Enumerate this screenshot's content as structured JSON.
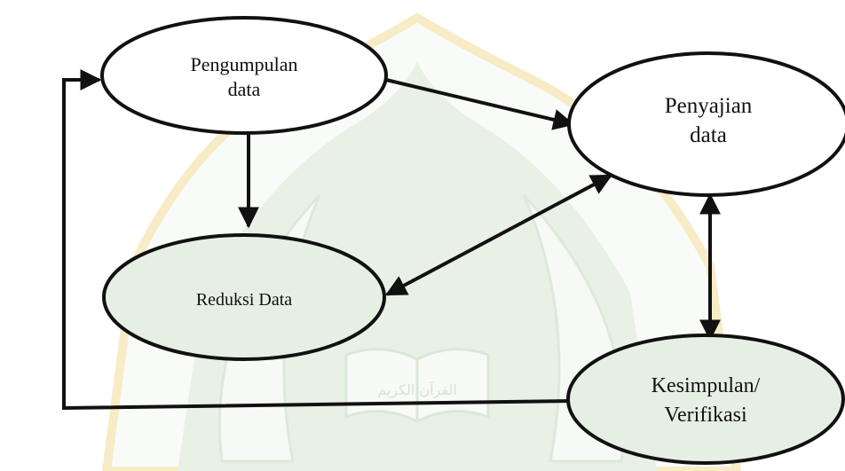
{
  "nodes": {
    "pengumpulan": {
      "line1": "Pengumpulan",
      "line2": "data"
    },
    "penyajian": {
      "line1": "Penyajian",
      "line2": "data"
    },
    "reduksi": {
      "line1": "Reduksi Data"
    },
    "kesimpulan": {
      "line1": "Kesimpulan/",
      "line2": "Verifikasi"
    }
  },
  "watermark": {
    "text": "القرآن الكريم"
  },
  "colors": {
    "stroke": "#111111",
    "watermark_green": "#e7efe5",
    "watermark_gold": "#f7ecc6"
  }
}
